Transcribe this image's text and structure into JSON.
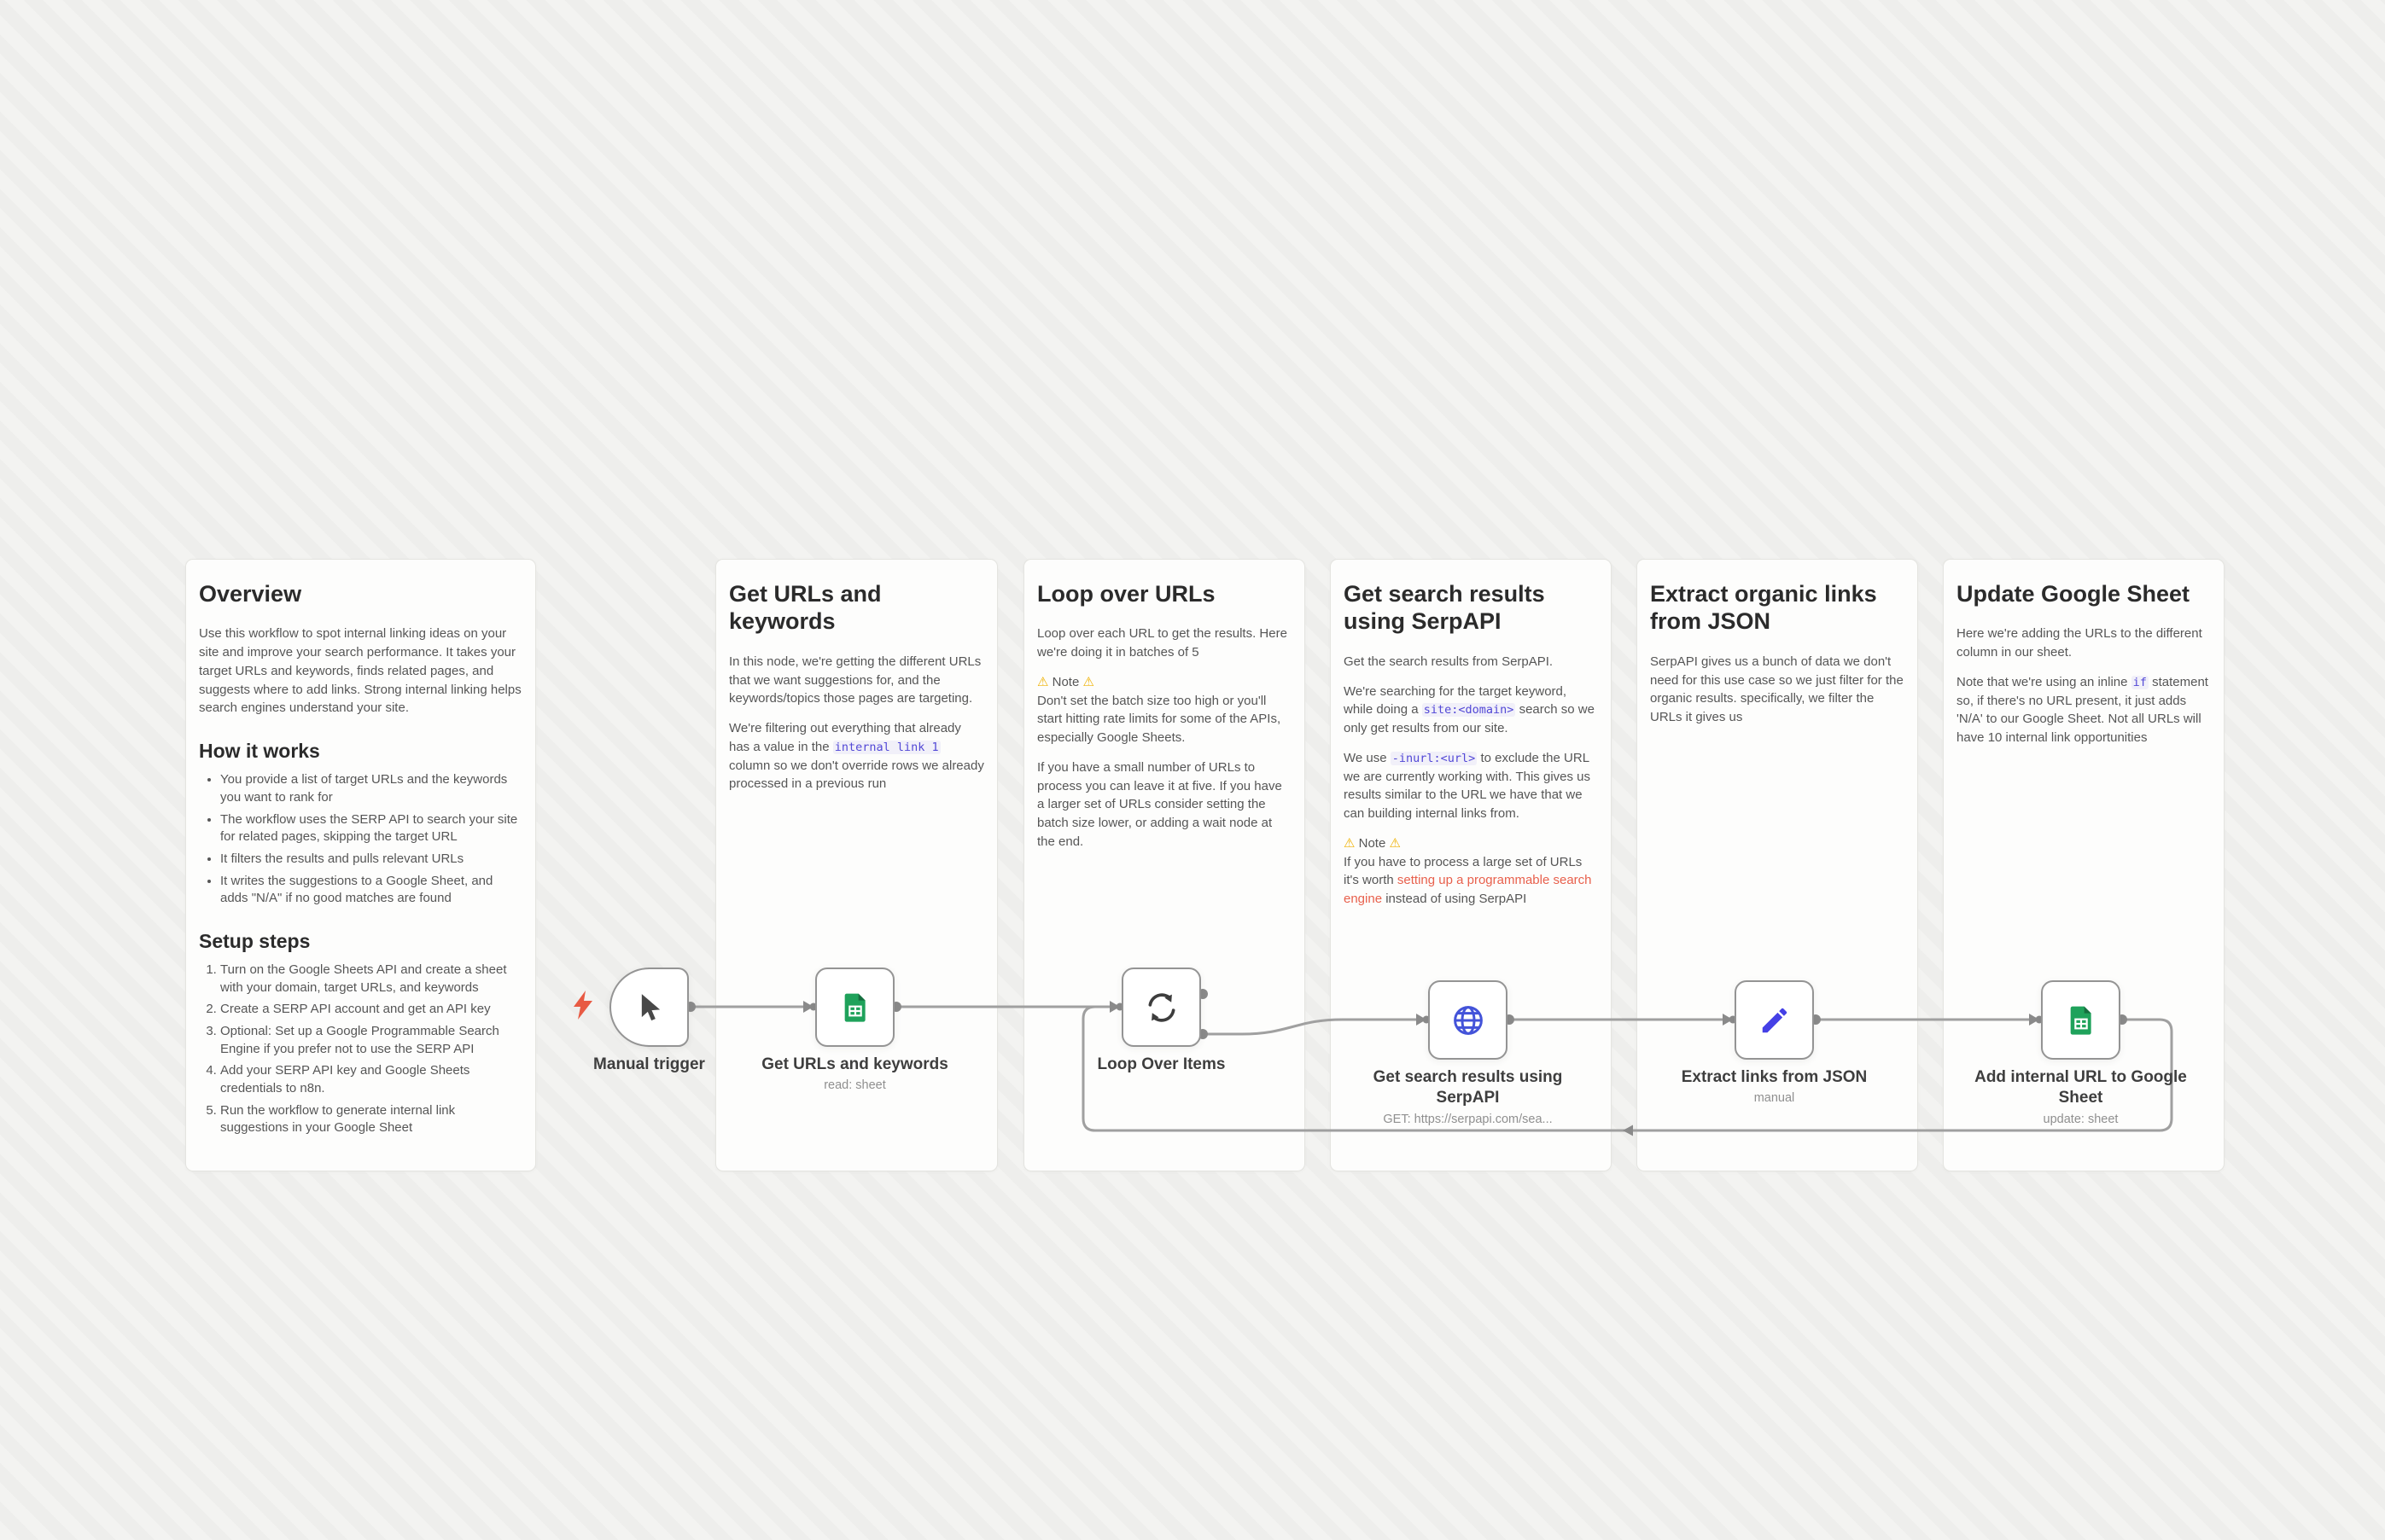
{
  "colors": {
    "accent_bolt": "#e85a43",
    "code_text": "#5248d6",
    "link_text": "#e8604c",
    "warning": "#efb100",
    "sheets_green": "#1fa25b",
    "globe_blue": "#4353d9",
    "pencil_blue": "#4540e6",
    "wire_gray": "#a0a0a0"
  },
  "sticky_notes": [
    {
      "title": "Overview",
      "blocks": [
        {
          "type": "p",
          "text": "Use this workflow to spot internal linking ideas on your site and improve your search performance. It takes your target URLs and keywords, finds related pages, and suggests where to add links. Strong internal linking helps search engines understand your site."
        },
        {
          "type": "h2",
          "text": "How it works"
        },
        {
          "type": "ul",
          "items": [
            "You provide a list of target URLs and the keywords you want to rank for",
            "The workflow uses the SERP API to search your site for related pages, skipping the target URL",
            "It filters the results and pulls relevant URLs",
            "It writes the suggestions to a Google Sheet, and adds \"N/A\" if no good matches are found"
          ]
        },
        {
          "type": "h2",
          "text": "Setup steps"
        },
        {
          "type": "ol",
          "items": [
            "Turn on the Google Sheets API and create a sheet with your domain, target URLs, and keywords",
            "Create a SERP API account and get an API key",
            "Optional: Set up a Google Programmable Search Engine if you prefer not to use the SERP API",
            "Add your SERP API key and Google Sheets credentials to n8n.",
            "Run the workflow to generate internal link suggestions in your Google Sheet"
          ]
        }
      ]
    },
    {
      "title": "Get URLs and keywords",
      "blocks": [
        {
          "type": "p",
          "text": "In this node, we're getting the different URLs that we want suggestions for, and the keywords/topics those pages are targeting."
        },
        {
          "type": "p",
          "segs": [
            "We're filtering out everything that already has a value in the ",
            {
              "t": "internal link 1",
              "s": "code"
            },
            " column so we don't override rows we already processed in a previous run"
          ]
        }
      ]
    },
    {
      "title": "Loop over URLs",
      "blocks": [
        {
          "type": "p",
          "text": "Loop over each URL to get the results. Here we're doing it in batches of 5"
        },
        {
          "type": "p",
          "segs": [
            {
              "t": "⚠",
              "s": "warn"
            },
            " Note ",
            {
              "t": "⚠",
              "s": "warn"
            },
            {
              "s": "br"
            },
            "Don't set the batch size too high or you'll start hitting rate limits for some of the APIs, especially Google Sheets."
          ]
        },
        {
          "type": "p",
          "text": "If you have a small number of URLs to process you can leave it at five. If you have a larger set of URLs consider setting the batch size lower, or adding a wait node at the end."
        }
      ]
    },
    {
      "title": "Get search results using SerpAPI",
      "blocks": [
        {
          "type": "p",
          "text": "Get the search results from SerpAPI."
        },
        {
          "type": "p",
          "segs": [
            "We're searching for the target keyword, while doing a ",
            {
              "t": "site:<domain>",
              "s": "code"
            },
            " search so we only get results from our site."
          ]
        },
        {
          "type": "p",
          "segs": [
            "We use ",
            {
              "t": "-inurl:<url>",
              "s": "code"
            },
            " to exclude the URL we are currently working with. This gives us results similar to the URL we have that we can building internal links from."
          ]
        },
        {
          "type": "p",
          "segs": [
            {
              "t": "⚠",
              "s": "warn"
            },
            " Note ",
            {
              "t": "⚠",
              "s": "warn"
            },
            {
              "s": "br"
            },
            "If you have to process a large set of URLs it's worth ",
            {
              "t": "setting up a programmable search engine",
              "s": "link"
            },
            " instead of using SerpAPI"
          ]
        }
      ]
    },
    {
      "title": "Extract organic links from JSON",
      "blocks": [
        {
          "type": "p",
          "text": "SerpAPI gives us a bunch of data we don't need for this use case so we just filter for the organic results. specifically, we filter the URLs it gives us"
        }
      ]
    },
    {
      "title": "Update Google Sheet",
      "blocks": [
        {
          "type": "p",
          "text": "Here we're adding the URLs to the different column in our sheet."
        },
        {
          "type": "p",
          "segs": [
            "Note that we're using an inline ",
            {
              "t": "if",
              "s": "code"
            },
            " statement so, if there's no URL present, it just adds 'N/A' to our Google Sheet. Not all URLs will have 10 internal link opportunities"
          ]
        }
      ]
    }
  ],
  "nodes": [
    {
      "name": "Manual trigger",
      "subtitle": "",
      "icon": "cursor-icon"
    },
    {
      "name": "Get URLs and keywords",
      "subtitle": "read: sheet",
      "icon": "google-sheets-icon"
    },
    {
      "name": "Loop Over Items",
      "subtitle": "",
      "icon": "loop-icon"
    },
    {
      "name": "Get search results using SerpAPI",
      "subtitle": "GET: https://serpapi.com/sea...",
      "icon": "globe-icon"
    },
    {
      "name": "Extract links from JSON",
      "subtitle": "manual",
      "icon": "pencil-icon"
    },
    {
      "name": "Add internal URL to Google Sheet",
      "subtitle": "update: sheet",
      "icon": "google-sheets-icon"
    }
  ]
}
